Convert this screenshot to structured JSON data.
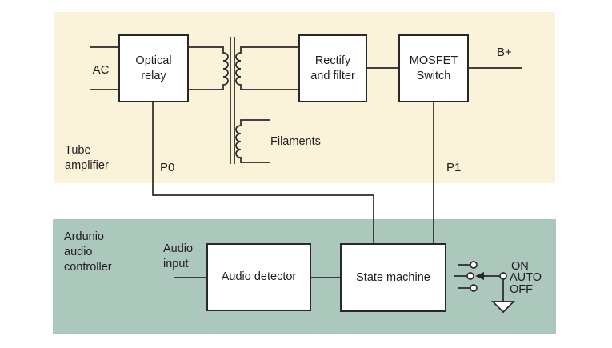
{
  "diagram": {
    "regions": {
      "tube": {
        "label": "Tube\namplifier",
        "bg_color": "#FAF3D9"
      },
      "arduino": {
        "label": "Ardunio\naudio\ncontroller",
        "bg_color": "#ACC8BC"
      }
    },
    "blocks": {
      "optical_relay": {
        "label": "Optical\nrelay"
      },
      "rectify_filter": {
        "label": "Rectify\nand filter"
      },
      "mosfet_switch": {
        "label": "MOSFET\nSwitch"
      },
      "audio_detector": {
        "label": "Audio detector"
      },
      "state_machine": {
        "label": "State machine"
      }
    },
    "labels": {
      "ac": "AC",
      "b_plus": "B+",
      "p0": "P0",
      "p1": "P1",
      "filaments": "Filaments",
      "audio_input": "Audio\ninput"
    },
    "switch": {
      "positions": {
        "on": "ON",
        "auto": "AUTO",
        "off": "OFF"
      },
      "selected": "AUTO",
      "symbols": [
        "switch-contact-on",
        "switch-contact-auto",
        "switch-contact-off",
        "selector-arrow",
        "ground-symbol"
      ]
    },
    "colors": {
      "wire": "#2a2728",
      "text": "#1f1c1d",
      "box_fill": "#ffffff",
      "tube_region": "#FAF3D9",
      "arduino_region": "#ACC8BC"
    }
  }
}
